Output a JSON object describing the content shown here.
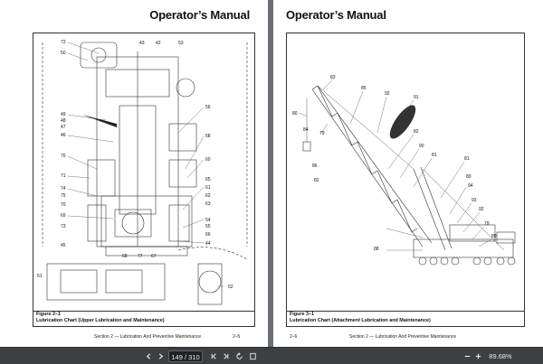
{
  "left_page": {
    "title": "Operator’s Manual",
    "figure_number": "Figure 2–1",
    "figure_title": "Lubrication Chart (Upper Lubrication and Maintenance)",
    "footer_section": "Section 2 — Lubrication And Preventive Maintenance",
    "footer_page": "2–5",
    "callouts_left": [
      "72",
      "50",
      "49",
      "48",
      "47",
      "46",
      "76",
      "71",
      "74",
      "75",
      "70",
      "69",
      "73",
      "45",
      "51"
    ],
    "callouts_top": [
      "43",
      "42",
      "53"
    ],
    "callouts_right": [
      "56",
      "58",
      "60",
      "65",
      "61",
      "62",
      "63",
      "54",
      "55",
      "66",
      "44",
      "52"
    ],
    "callouts_bottom": [
      "68",
      "77",
      "67"
    ]
  },
  "right_page": {
    "title": "Operator’s Manual",
    "figure_number": "Figure 3–1",
    "figure_title": "Lubrication Chart (Attachment Lubrication and Maintenance)",
    "footer_section": "Section 2 — Lubrication And Preventive Maintenance",
    "footer_page": "2–6",
    "callouts": [
      "80",
      "83",
      "85",
      "92",
      "91",
      "84",
      "79",
      "82",
      "90",
      "81",
      "86",
      "82",
      "81",
      "80",
      "94",
      "93",
      "92",
      "79",
      "89",
      "88"
    ]
  },
  "toolbar": {
    "page_current": "149",
    "page_total": "310",
    "page_display": "149 / 310",
    "zoom": "89.68%",
    "icons": [
      "prev-page-icon",
      "next-page-icon",
      "first-page-icon",
      "last-page-icon",
      "rotate-icon",
      "fit-page-icon",
      "zoom-out-icon",
      "zoom-in-icon"
    ]
  }
}
